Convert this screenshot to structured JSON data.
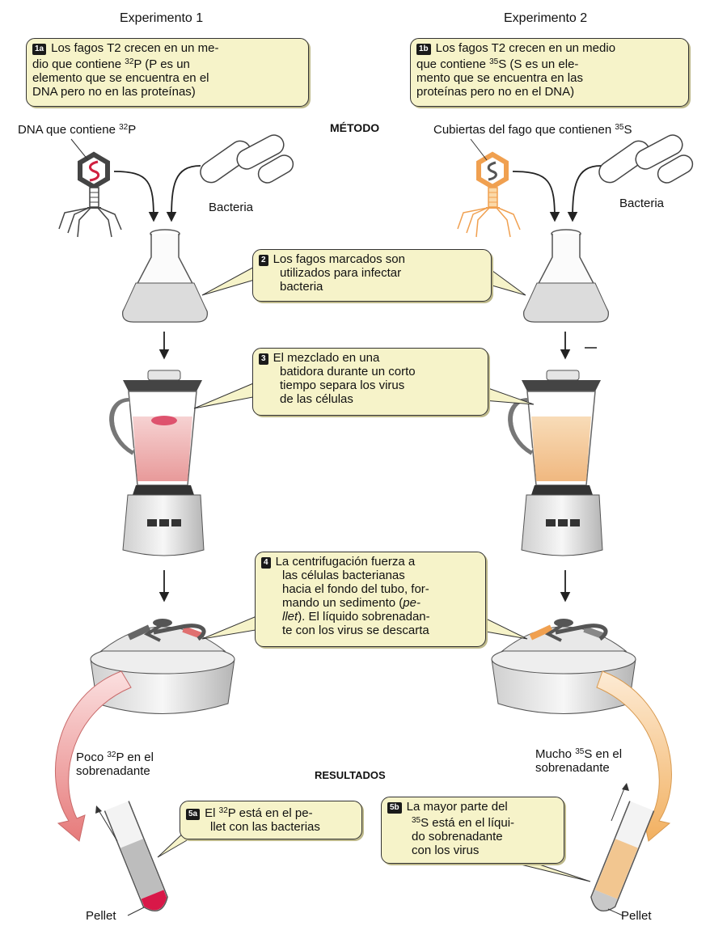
{
  "headers": {
    "exp1": "Experimento 1",
    "exp2": "Experimento 2",
    "metodo": "MÉTODO",
    "resultados": "RESULTADOS"
  },
  "labels": {
    "dna32p_a": "DNA que contiene ",
    "dna32p_sup": "32",
    "dna32p_b": "P",
    "cubiertas_a": "Cubiertas del fago que contienen ",
    "cubiertas_sup": "35",
    "cubiertas_b": "S",
    "bacteria_left": "Bacteria",
    "bacteria_right": "Bacteria",
    "poco_a": "Poco ",
    "poco_sup": "32",
    "poco_b": "P en el",
    "poco_c": "sobrenadante",
    "mucho_a": "Mucho ",
    "mucho_sup": "35",
    "mucho_b": "S en el",
    "mucho_c": "sobrenadante",
    "pellet_left": "Pellet",
    "pellet_right": "Pellet"
  },
  "steps": {
    "s1a": {
      "tag": "1a",
      "l1": "Los fagos T2 crecen en un me-",
      "l2a": "dio que contiene ",
      "l2sup": "32",
      "l2b": "P (P es un",
      "l3": "elemento que se encuentra en el",
      "l4": "DNA pero no en las proteínas)"
    },
    "s1b": {
      "tag": "1b",
      "l1": "Los fagos T2 crecen en un medio",
      "l2a": "que contiene ",
      "l2sup": "35",
      "l2b": "S (S es un ele-",
      "l3": "mento que se encuentra en las",
      "l4": "proteínas pero no en el DNA)"
    },
    "s2": {
      "tag": "2",
      "l1": "Los fagos marcados son",
      "l2": "utilizados para infectar",
      "l3": "bacteria"
    },
    "s3": {
      "tag": "3",
      "l1": "El mezclado en una",
      "l2": "batidora durante un corto",
      "l3": "tiempo separa los virus",
      "l4": "de las células"
    },
    "s4": {
      "tag": "4",
      "l1": "La centrifugación fuerza a",
      "l2": "las células bacterianas",
      "l3": "hacia el fondo del tubo, for-",
      "l4a": "mando un sedimento (",
      "l4i": "pe-",
      "l5i": "llet",
      "l5b": "). El líquido sobrenadan-",
      "l6": "te con los virus se descarta"
    },
    "s5a": {
      "tag": "5a",
      "l1a": "El ",
      "l1sup": "32",
      "l1b": "P está en el pe-",
      "l2": "llet con las bacterias"
    },
    "s5b": {
      "tag": "5b",
      "l1": "La mayor parte del",
      "l2a": "",
      "l2sup": "35",
      "l2b": "S está en el líqui-",
      "l3": "do sobrenadante",
      "l4": "con los virus"
    }
  },
  "colors": {
    "box_fill": "#f6f3c9",
    "phage_left": "#444444",
    "phage_right": "#f0a050",
    "dna_red": "#d02040",
    "liquid_left": "#f4c6c6",
    "liquid_right": "#f5d2a8",
    "arrow_left": "#e67a7a",
    "arrow_right": "#f2b060"
  }
}
